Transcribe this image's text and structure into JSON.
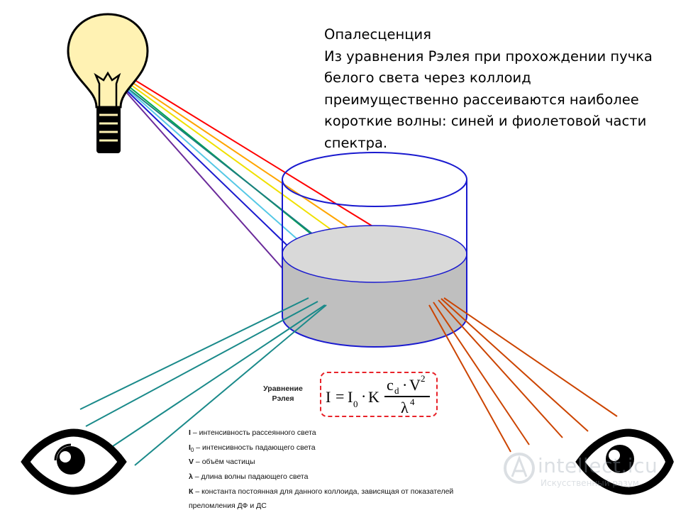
{
  "main_text": {
    "title": "Опалесценция",
    "lines": [
      "Из уравнения Рэлея при прохождении пучка",
      "белого света через коллоид",
      "преимущественно рассеиваются наиболее",
      "короткие волны: синей и фиолетовой части",
      "спектра."
    ]
  },
  "equation": {
    "label_line1": "Уравнение",
    "label_line2": "Рэлея",
    "lhs": "I",
    "eq": "=",
    "i0": "I",
    "i0_sub": "0",
    "dot1": "·",
    "k": "K",
    "num_c": "c",
    "num_c_sub": "d",
    "dot2": "·",
    "num_v": "V",
    "num_v_sup": "2",
    "den_lambda": "λ",
    "den_sup": "4"
  },
  "legend": [
    {
      "sym": "I",
      "sub": "",
      "text": " – интенсивность рассеянного света"
    },
    {
      "sym": "I",
      "sub": "0",
      "text": " – интенсивность падающего света"
    },
    {
      "sym": "V",
      "sub": "",
      "text": " – объём частицы"
    },
    {
      "sym": "λ",
      "sub": "",
      "text": " – длина волны падающего света"
    },
    {
      "sym": "К",
      "sub": "",
      "text": " – константа постоянная для данного коллоида, зависящая от показателей"
    },
    {
      "sym": "",
      "sub": "",
      "text": "преломления ДФ и ДС"
    }
  ],
  "watermark": {
    "main": "intellect.icu",
    "sub": "Искусственный разум"
  },
  "colors": {
    "beams": [
      "#ff0000",
      "#ffa500",
      "#f0e000",
      "#00a651",
      "#1a7f7f",
      "#55c8e6",
      "#1a1acf",
      "#6a2a9a"
    ],
    "scatter_short": "#1a8a8a",
    "scatter_long": "#cc4400",
    "bulb": "#fff2b3",
    "vessel": "#1a1acf",
    "liquid_top": "#d9d9d9",
    "liquid_side": "#bfbfbf",
    "formula_border": "#e8232a"
  },
  "icons": [
    "lightbulb-icon",
    "eye-icon-left",
    "eye-icon-right",
    "intellect-logo-icon"
  ]
}
